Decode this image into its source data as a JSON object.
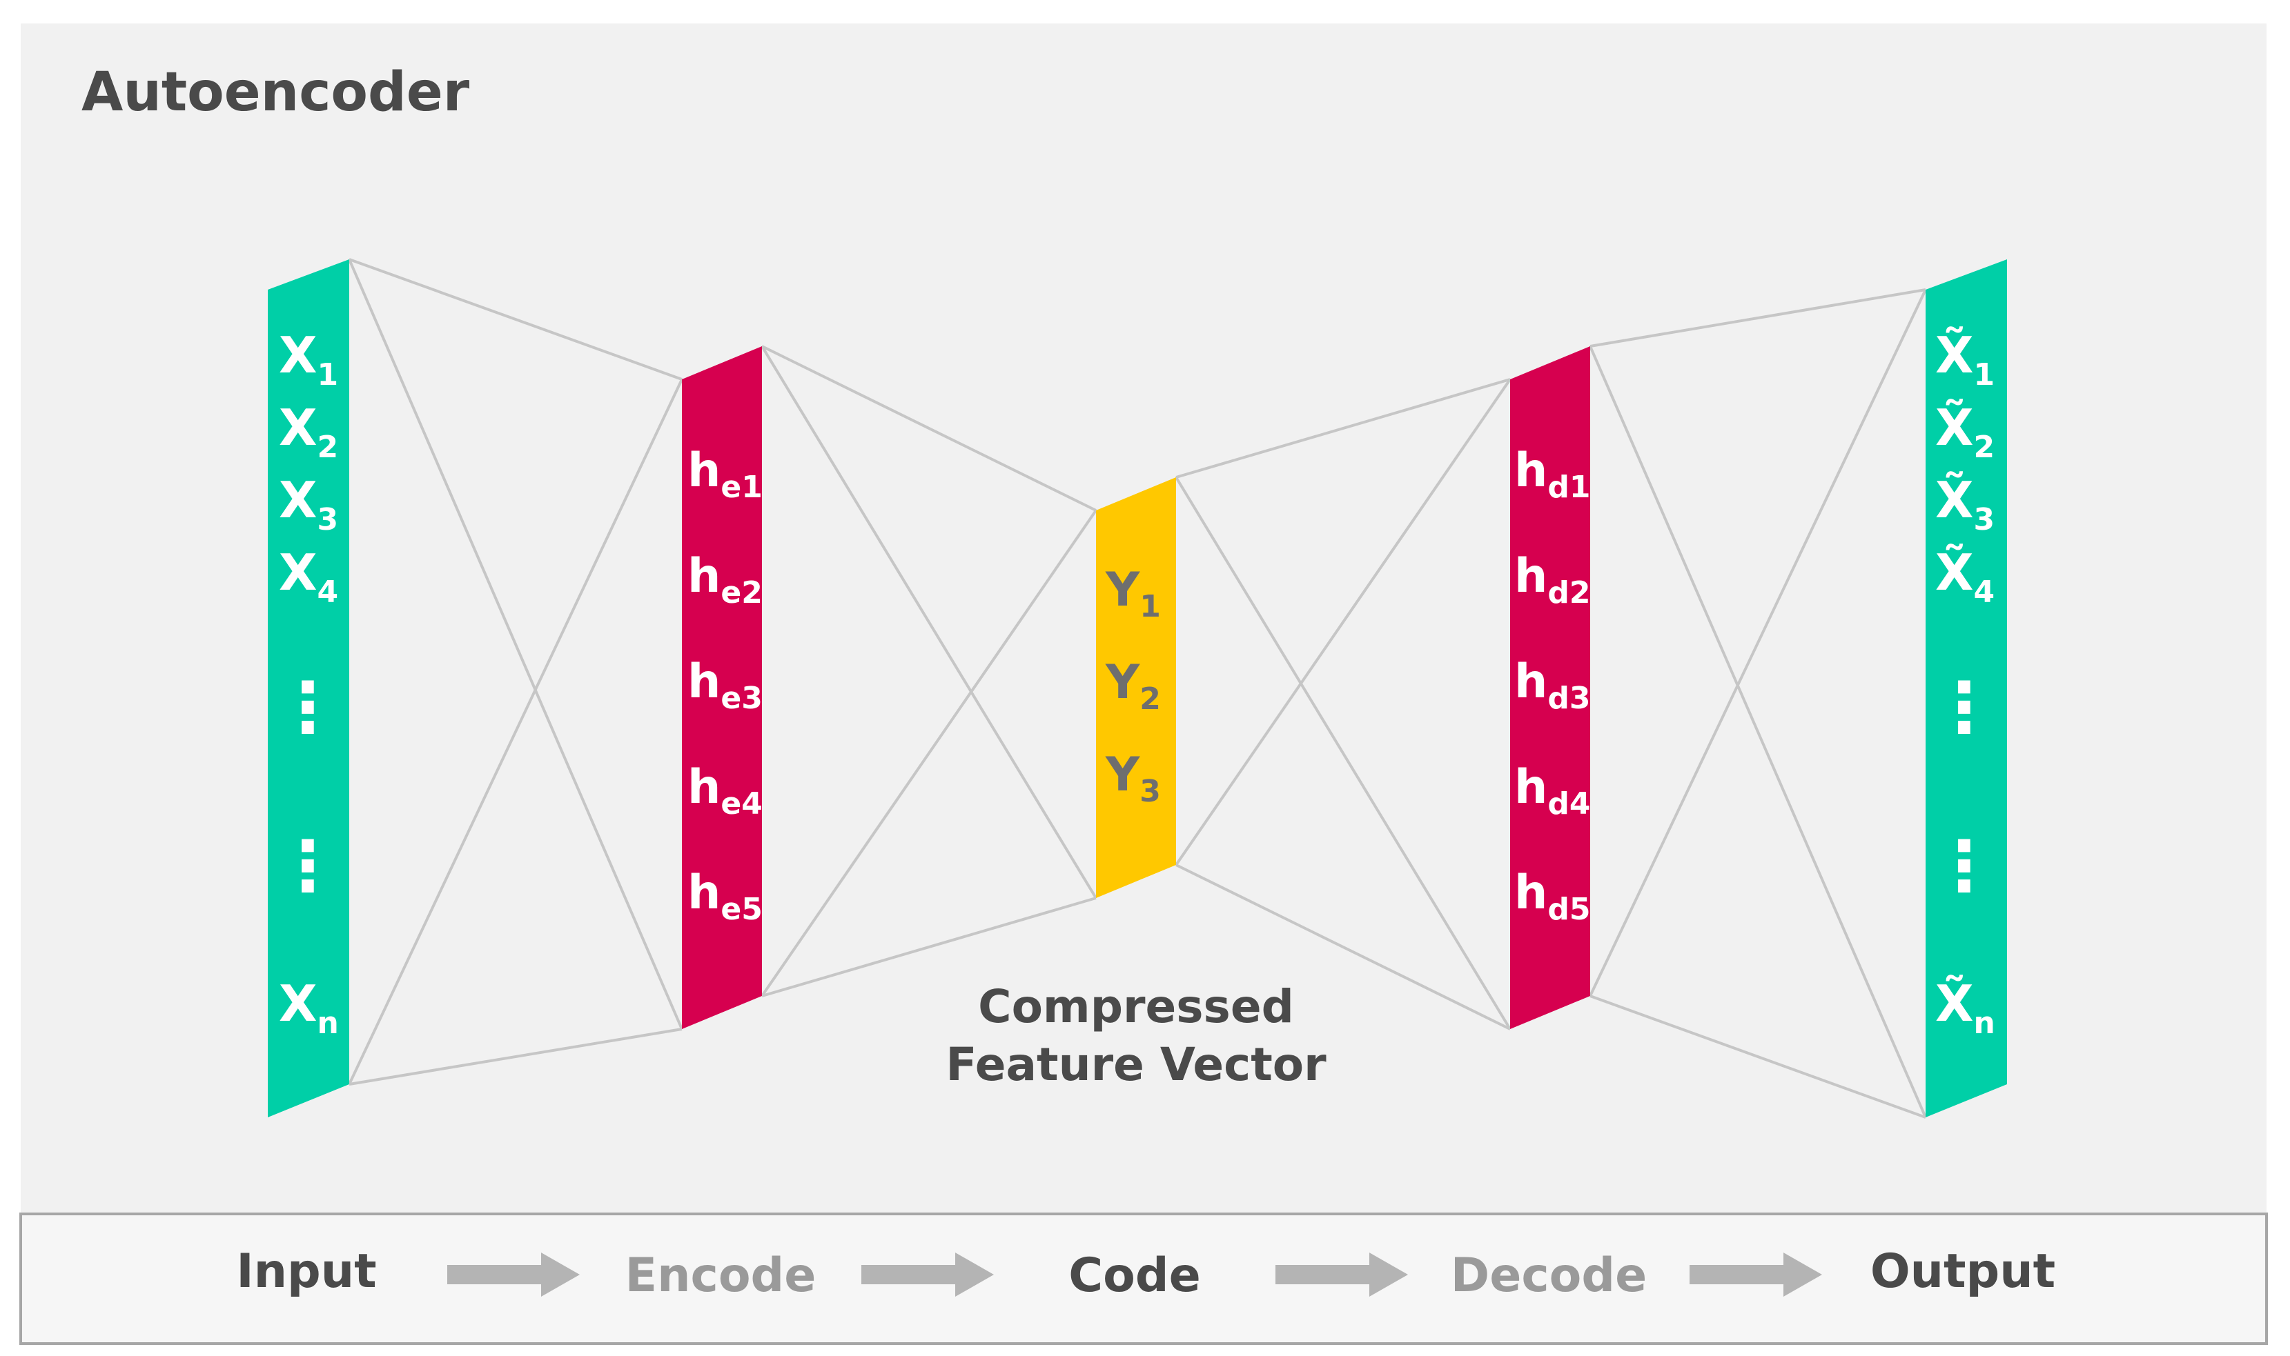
{
  "title": "Autoencoder",
  "colors": {
    "panel_bg": "#f1f1f1",
    "input_output_layer": "#00cfa7",
    "hidden_layer": "#d6004f",
    "code_layer": "#ffc800",
    "node_text": "#ffffff",
    "code_text": "#6e6e6e",
    "connection_line": "#c6c6c6",
    "dark_text": "#4a4a4a",
    "muted_text": "#9a9a9a",
    "arrow": "#b4b4b4"
  },
  "layers": {
    "input": {
      "nodes": [
        {
          "base": "X",
          "sub": "1"
        },
        {
          "base": "X",
          "sub": "2"
        },
        {
          "base": "X",
          "sub": "3"
        },
        {
          "base": "X",
          "sub": "4"
        },
        {
          "base": "X",
          "sub": "n"
        }
      ],
      "ellipsis": "⋮"
    },
    "encoder": {
      "nodes": [
        {
          "base": "h",
          "sub": "e1"
        },
        {
          "base": "h",
          "sub": "e2"
        },
        {
          "base": "h",
          "sub": "e3"
        },
        {
          "base": "h",
          "sub": "e4"
        },
        {
          "base": "h",
          "sub": "e5"
        }
      ]
    },
    "code": {
      "nodes": [
        {
          "base": "Y",
          "sub": "1"
        },
        {
          "base": "Y",
          "sub": "2"
        },
        {
          "base": "Y",
          "sub": "3"
        }
      ],
      "caption_line1": "Compressed",
      "caption_line2": "Feature Vector"
    },
    "decoder": {
      "nodes": [
        {
          "base": "h",
          "sub": "d1"
        },
        {
          "base": "h",
          "sub": "d2"
        },
        {
          "base": "h",
          "sub": "d3"
        },
        {
          "base": "h",
          "sub": "d4"
        },
        {
          "base": "h",
          "sub": "d5"
        }
      ]
    },
    "output": {
      "nodes": [
        {
          "base": "X̃",
          "sub": "1"
        },
        {
          "base": "X̃",
          "sub": "2"
        },
        {
          "base": "X̃",
          "sub": "3"
        },
        {
          "base": "X̃",
          "sub": "4"
        },
        {
          "base": "X̃",
          "sub": "n"
        }
      ],
      "ellipsis": "⋮"
    }
  },
  "pipeline": [
    {
      "label": "Input",
      "tone": "dark"
    },
    {
      "label": "Encode",
      "tone": "muted"
    },
    {
      "label": "Code",
      "tone": "dark"
    },
    {
      "label": "Decode",
      "tone": "muted"
    },
    {
      "label": "Output",
      "tone": "dark"
    }
  ],
  "icons": {
    "pipeline_arrow": "right-arrow-icon",
    "ellipsis": "vertical-ellipsis-icon"
  }
}
